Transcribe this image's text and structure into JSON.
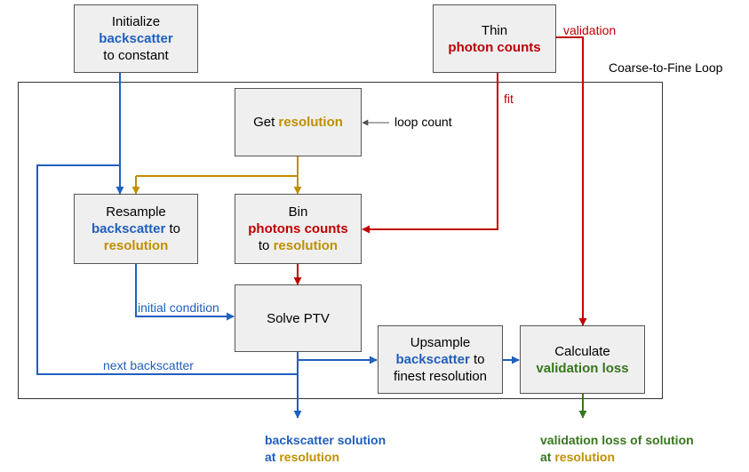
{
  "title": "Coarse-to-Fine Loop",
  "colors": {
    "backscatter": "#1f5fbf",
    "resolution": "#bf9000",
    "photon_counts": "#c00000",
    "validation_loss": "#38761d",
    "box_fill": "#efefef"
  },
  "nodes": {
    "initialize": {
      "line1": "Initialize",
      "line2": "backscatter",
      "line3": "to constant"
    },
    "thin": {
      "line1": "Thin",
      "line2": "photon counts"
    },
    "get_resolution": {
      "prefix": "Get ",
      "term": "resolution"
    },
    "resample": {
      "line1": "Resample",
      "term1": "backscatter",
      "mid": " to",
      "term2": "resolution"
    },
    "bin": {
      "line1": "Bin",
      "term1": "photons counts",
      "prefix2": "to ",
      "term2": "resolution"
    },
    "solve": {
      "label": "Solve PTV"
    },
    "upsample": {
      "line1": "Upsample",
      "term": "backscatter",
      "mid": " to",
      "line3": "finest resolution"
    },
    "calculate": {
      "line1": "Calculate",
      "term": "validation loss"
    }
  },
  "edge_labels": {
    "validation": "validation",
    "fit": "fit",
    "loop_count": "loop count",
    "initial_condition": "initial condition",
    "next_backscatter": "next backscatter"
  },
  "outputs": {
    "backscatter_solution": {
      "line1": "backscatter solution",
      "prefix2": "at ",
      "term2": "resolution"
    },
    "validation_solution": {
      "line1": "validation loss of solution",
      "prefix2": "at ",
      "term2": "resolution"
    }
  }
}
